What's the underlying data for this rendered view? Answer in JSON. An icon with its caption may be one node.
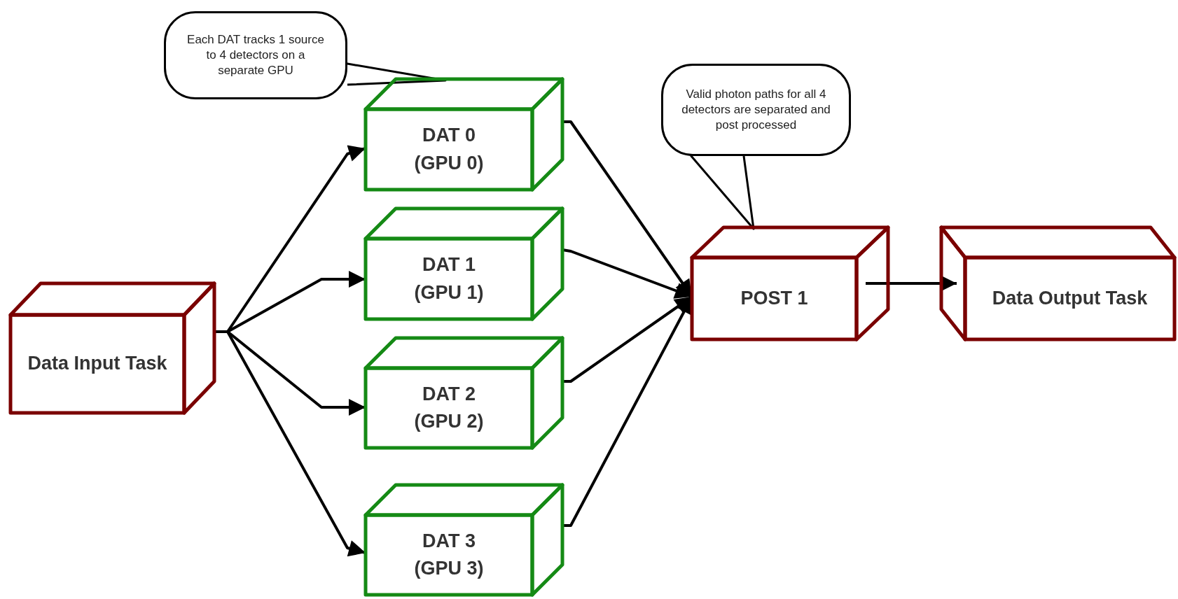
{
  "diagram": {
    "nodes": [
      {
        "text": [
          "Each DAT tracks 1 source to 4 detectors on a separate GPU"
        ]
      },
      {
        "text": [
          "Valid photon paths for all 4 detectors are separated and post processed"
        ]
      },
      {
        "text": [
          "Data Input Task"
        ]
      },
      {
        "text": [
          "DAT 0 (GPU 0)"
        ]
      },
      {
        "text": [
          "DAT 1 (GPU 1)"
        ]
      },
      {
        "text": [
          "DAT 2 (GPU 2)"
        ]
      },
      {
        "text": [
          "DAT 3 (GPU 3)"
        ]
      },
      {
        "text": [
          "POST 1"
        ]
      },
      {
        "text": [
          "Data Output Task"
        ]
      }
    ],
    "edges": [
      {
        "from": 2,
        "to": 3,
        "arrow": "to"
      },
      {
        "from": 2,
        "to": 4,
        "arrow": "to"
      },
      {
        "from": 2,
        "to": 5,
        "arrow": "to"
      },
      {
        "from": 2,
        "to": 6,
        "arrow": "to"
      },
      {
        "from": 3,
        "to": 7,
        "arrow": "to"
      },
      {
        "from": 4,
        "to": 7,
        "arrow": "to"
      },
      {
        "from": 5,
        "to": 7,
        "arrow": "to"
      },
      {
        "from": 6,
        "to": 7,
        "arrow": "to"
      },
      {
        "from": 7,
        "to": 8,
        "arrow": "to"
      },
      {
        "from": 0,
        "to": 3,
        "arrow": "none"
      },
      {
        "from": 1,
        "to": 7,
        "arrow": "none"
      }
    ]
  }
}
